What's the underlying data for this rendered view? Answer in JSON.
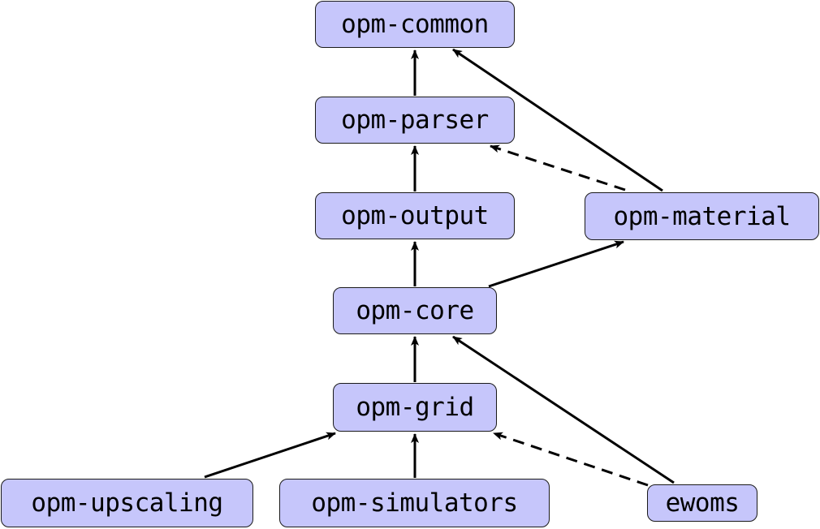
{
  "nodes": {
    "opm_common": "opm-common",
    "opm_parser": "opm-parser",
    "opm_output": "opm-output",
    "opm_material": "opm-material",
    "opm_core": "opm-core",
    "opm_grid": "opm-grid",
    "opm_upscaling": "opm-upscaling",
    "opm_simulators": "opm-simulators",
    "ewoms": "ewoms"
  },
  "edges": [
    {
      "from": "opm-parser",
      "to": "opm-common",
      "style": "solid"
    },
    {
      "from": "opm-material",
      "to": "opm-common",
      "style": "solid"
    },
    {
      "from": "opm-output",
      "to": "opm-parser",
      "style": "solid"
    },
    {
      "from": "opm-material",
      "to": "opm-parser",
      "style": "dashed"
    },
    {
      "from": "opm-core",
      "to": "opm-output",
      "style": "solid"
    },
    {
      "from": "opm-core",
      "to": "opm-material",
      "style": "solid"
    },
    {
      "from": "opm-grid",
      "to": "opm-core",
      "style": "solid"
    },
    {
      "from": "ewoms",
      "to": "opm-core",
      "style": "solid"
    },
    {
      "from": "opm-upscaling",
      "to": "opm-grid",
      "style": "solid"
    },
    {
      "from": "opm-simulators",
      "to": "opm-grid",
      "style": "solid"
    },
    {
      "from": "ewoms",
      "to": "opm-grid",
      "style": "dashed"
    }
  ],
  "colors": {
    "node_fill": "#c6c6fb",
    "node_border": "#1a1a1a",
    "edge": "#000000"
  }
}
